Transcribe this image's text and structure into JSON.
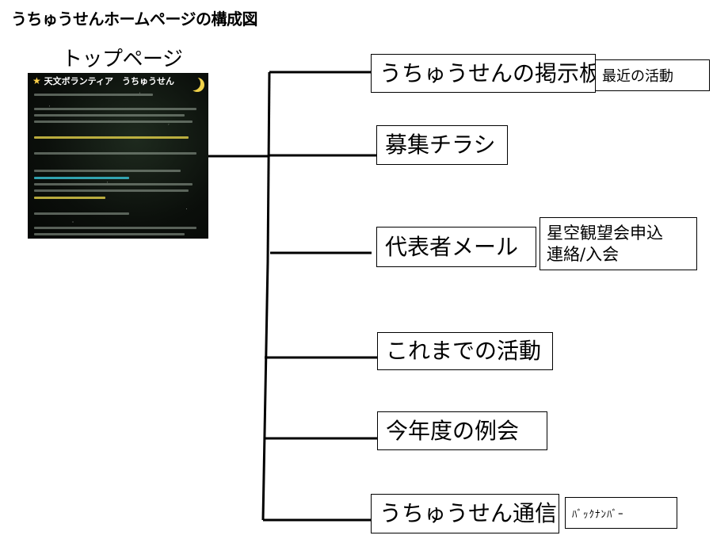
{
  "title": "うちゅうせんホームページの構成図",
  "top_page": {
    "label": "トップページ",
    "thumbnail_header": "天文ボランティア　うちゅうせん"
  },
  "pages": [
    {
      "label": "うちゅうせんの掲示板",
      "sub": [
        "最近の活動"
      ]
    },
    {
      "label": "募集チラシ"
    },
    {
      "label": "代表者メール",
      "sub": [
        "星空観望会申込",
        "連絡/入会"
      ]
    },
    {
      "label": "これまでの活動"
    },
    {
      "label": "今年度の例会"
    },
    {
      "label": "うちゅうせん通信",
      "sub": [
        "ﾊﾞｯｸﾅﾝﾊﾞｰ"
      ]
    }
  ],
  "colors": {
    "line": "#000000",
    "box_border": "#000000",
    "thumbnail_bg": "#0b0f0b"
  },
  "icons": [
    "star-icon",
    "moon-icon"
  ]
}
